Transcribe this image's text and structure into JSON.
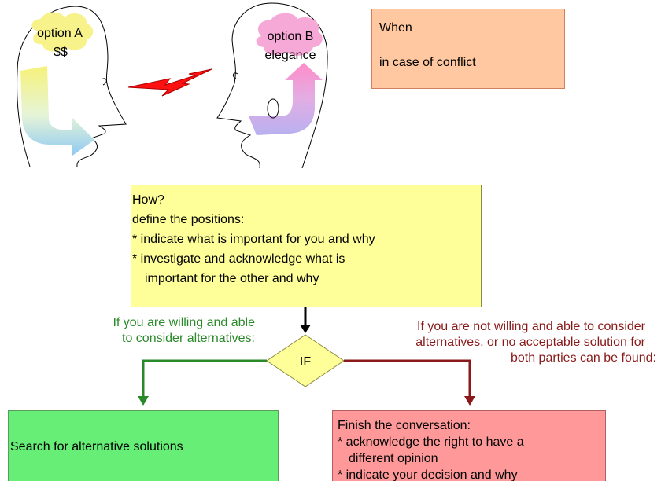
{
  "heads": {
    "left": {
      "option_label": "option A",
      "value_label": "$$"
    },
    "right": {
      "option_label": "option B",
      "value_label": "elegance"
    }
  },
  "when_box": {
    "title": "When",
    "text": "in case of conflict",
    "color": "#ffc8a0"
  },
  "how_box": {
    "lines": [
      "How?",
      "define the positions:",
      "* indicate what is important for you and why",
      "* investigate and acknowledge what is",
      "important for the other and why"
    ],
    "color": "#ffff99"
  },
  "decision": {
    "label": "IF",
    "color": "#ffff99"
  },
  "branch_yes": {
    "lines": [
      "If you are willing and able",
      "to consider alternatives:"
    ],
    "color": "#2a8a2a"
  },
  "branch_no": {
    "lines": [
      "If you are not willing and able to consider",
      "alternatives, or no acceptable solution for",
      "both parties can be found:"
    ],
    "color": "#8a1a1a"
  },
  "search_box": {
    "text": "Search for alternative solutions",
    "color": "#66ee77"
  },
  "finish_box": {
    "lines": [
      "Finish the conversation:",
      "* acknowledge the right to have a",
      "different opinion",
      "* indicate your decision and why"
    ],
    "color": "#ff9999"
  },
  "conflict_symbol": {
    "name": "lightning-bolt-icon",
    "color": "#ff1111"
  }
}
